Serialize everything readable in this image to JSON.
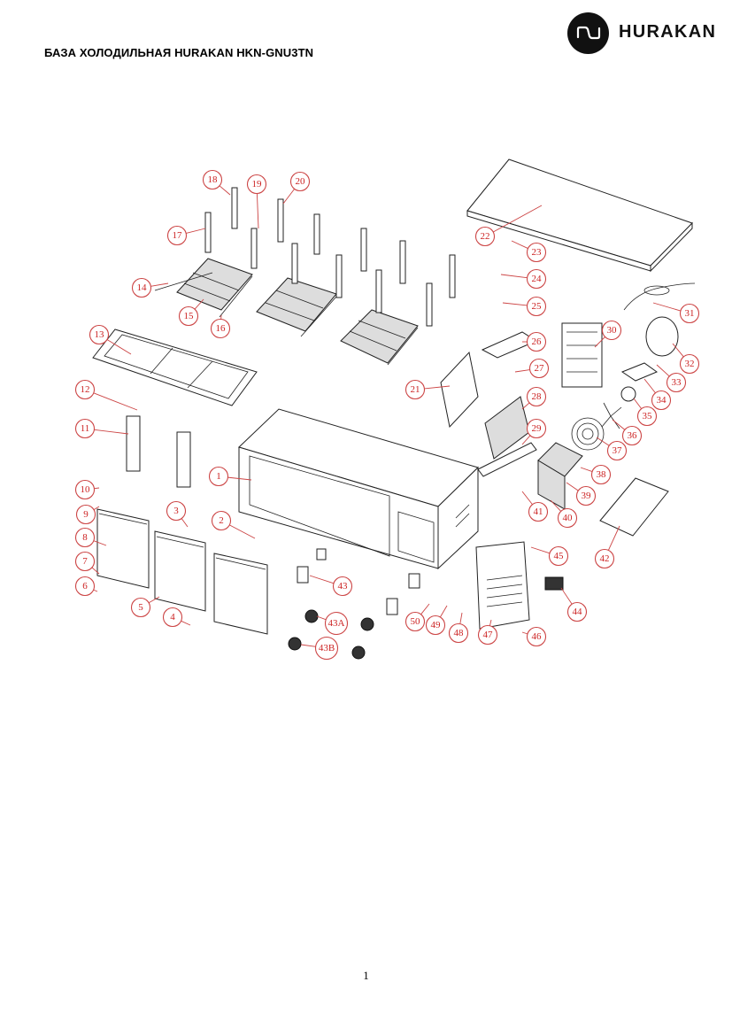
{
  "document": {
    "title": "БАЗА ХОЛОДИЛЬНАЯ HURAKAN HKN-GNU3TN",
    "page_number": "1"
  },
  "brand": {
    "name": "HURAKAN",
    "logo_icon": "hurakan-logo-icon"
  },
  "diagram": {
    "callouts": [
      "1",
      "2",
      "3",
      "4",
      "5",
      "6",
      "7",
      "8",
      "9",
      "10",
      "11",
      "12",
      "13",
      "14",
      "15",
      "16",
      "17",
      "18",
      "19",
      "20",
      "21",
      "22",
      "23",
      "24",
      "25",
      "26",
      "27",
      "28",
      "29",
      "30",
      "31",
      "32",
      "33",
      "34",
      "35",
      "36",
      "37",
      "38",
      "39",
      "40",
      "41",
      "42",
      "43",
      "43A",
      "43B",
      "44",
      "45",
      "46",
      "47",
      "48",
      "49",
      "50"
    ],
    "colors": {
      "callout": "#c44444",
      "line": "#222222"
    }
  }
}
